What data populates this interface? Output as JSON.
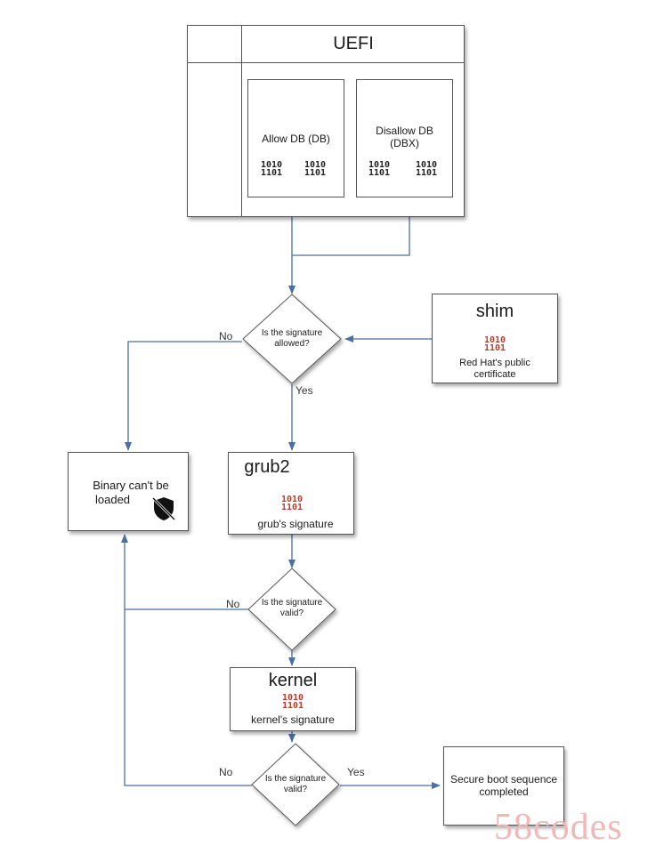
{
  "uefi": {
    "title": "UEFI",
    "allow_db": "Allow DB (DB)",
    "disallow_db_line1": "Disallow DB",
    "disallow_db_line2": "(DBX)"
  },
  "binary_glyph": {
    "line1": "1010",
    "line2": "1101"
  },
  "shim": {
    "title": "shim",
    "caption_line1": "Red Hat's public",
    "caption_line2": "certificate"
  },
  "grub2": {
    "title": "grub2",
    "caption": "grub's signature"
  },
  "kernel": {
    "title": "kernel",
    "caption": "kernel's signature"
  },
  "decision1": {
    "line1": "Is the signature",
    "line2": "allowed?"
  },
  "decision2": {
    "line1": "Is the signature",
    "line2": "valid?"
  },
  "decision3": {
    "line1": "Is the signature",
    "line2": "valid?"
  },
  "labels": {
    "no": "No",
    "yes": "Yes"
  },
  "fail_box": {
    "line1": "Binary can't be",
    "line2": "loaded"
  },
  "success_box": {
    "line1": "Secure boot sequence",
    "line2": "completed"
  },
  "watermark": "58codes",
  "colors": {
    "arrow": "#4a6fa5",
    "binary_red": "#c0392b",
    "watermark": "#f2b8b8"
  },
  "icons": {
    "blocked": "shield-slash-icon"
  }
}
